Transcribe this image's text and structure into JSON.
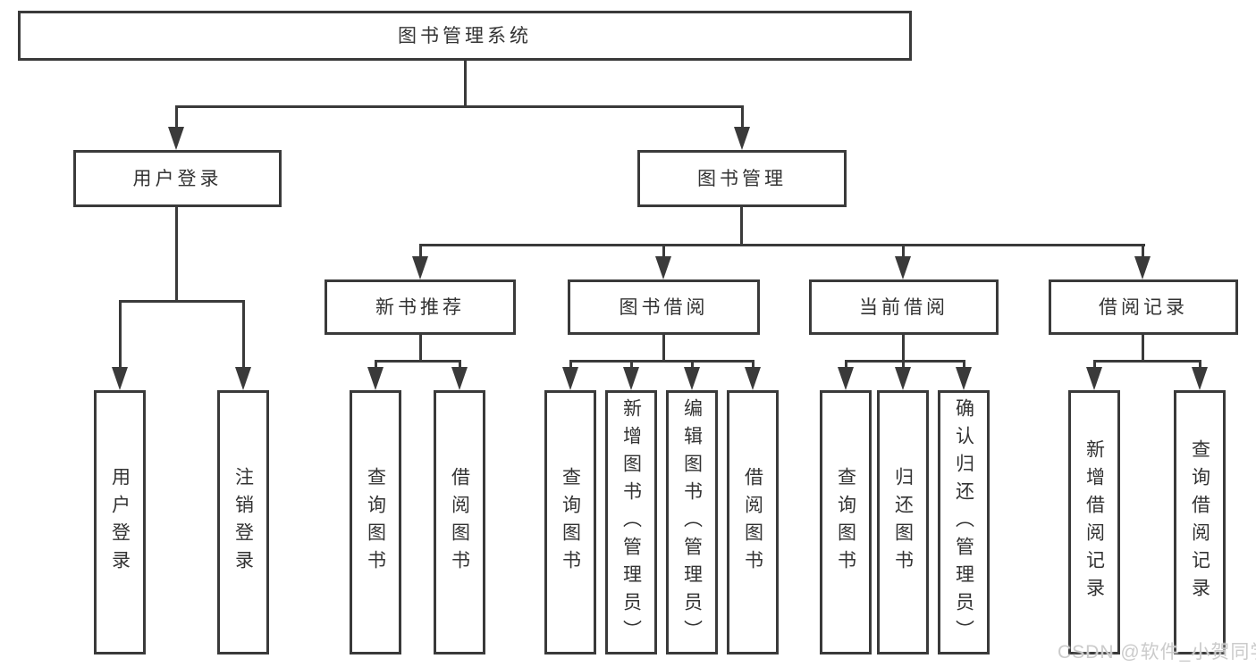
{
  "watermark": "CSDN @软件_小贺同学",
  "colors": {
    "line": "#3a3a3a",
    "text": "#333333",
    "box_background": "#ffffff",
    "watermark": "#cbcbcb"
  },
  "tree": {
    "root": {
      "label": "图书管理系统"
    },
    "branches": [
      {
        "label": "用户登录",
        "children": [
          {
            "label": "用户登录"
          },
          {
            "label": "注销登录"
          }
        ]
      },
      {
        "label": "图书管理",
        "children": [
          {
            "label": "新书推荐",
            "children": [
              {
                "label": "查询图书"
              },
              {
                "label": "借阅图书"
              }
            ]
          },
          {
            "label": "图书借阅",
            "children": [
              {
                "label": "查询图书"
              },
              {
                "label": "新增图书（管理员）"
              },
              {
                "label": "编辑图书（管理员）"
              },
              {
                "label": "借阅图书"
              }
            ]
          },
          {
            "label": "当前借阅",
            "children": [
              {
                "label": "查询图书"
              },
              {
                "label": "归还图书"
              },
              {
                "label": "确认归还（管理员）"
              }
            ]
          },
          {
            "label": "借阅记录",
            "children": [
              {
                "label": "新增借阅记录"
              },
              {
                "label": "查询借阅记录"
              }
            ]
          }
        ]
      }
    ]
  }
}
